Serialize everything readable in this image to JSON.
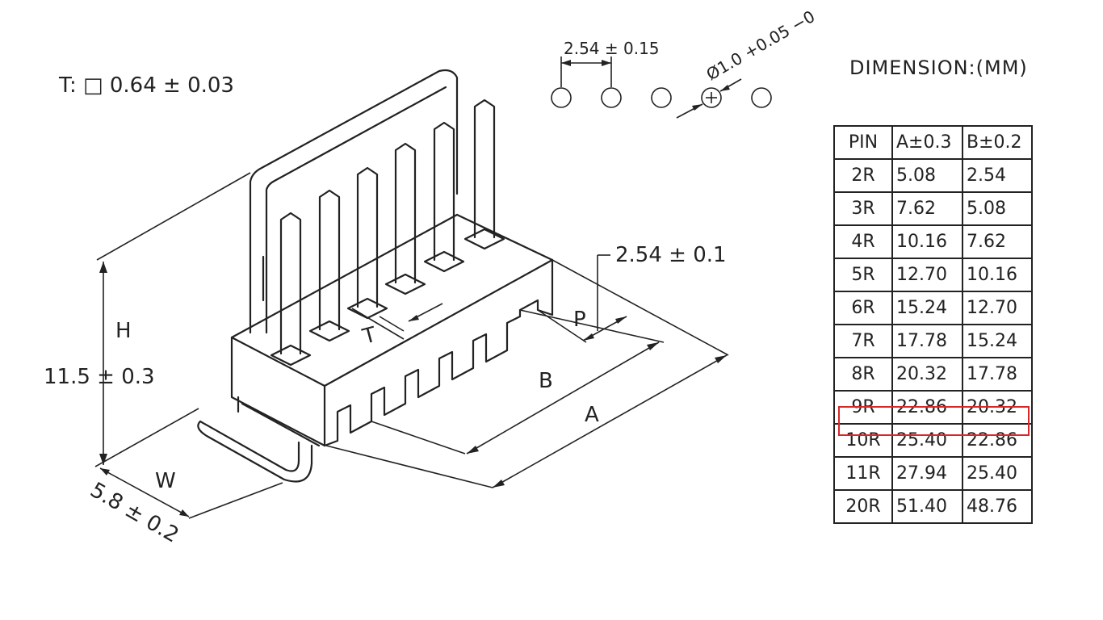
{
  "labels": {
    "thickness": "T: □ 0.64 ± 0.03",
    "pitch_top": "2.54 ± 0.15",
    "hole_dia": "Ø1.0 +0.05 −0",
    "pitch_side": "2.54 ± 0.1",
    "height_letter": "H",
    "height_value": "11.5 ± 0.3",
    "width_letter": "W",
    "width_value": "5.8 ± 0.2",
    "t_letter": "T",
    "p_letter": "P",
    "b_letter": "B",
    "a_letter": "A"
  },
  "table": {
    "title": "DIMENSION:(MM)",
    "headers": [
      "PIN",
      "A±0.3",
      "B±0.2"
    ],
    "highlight_color": "#d62828",
    "highlighted_row": "9R",
    "rows": [
      [
        "2R",
        "5.08",
        "2.54"
      ],
      [
        "3R",
        "7.62",
        "5.08"
      ],
      [
        "4R",
        "10.16",
        "7.62"
      ],
      [
        "5R",
        "12.70",
        "10.16"
      ],
      [
        "6R",
        "15.24",
        "12.70"
      ],
      [
        "7R",
        "17.78",
        "15.24"
      ],
      [
        "8R",
        "20.32",
        "17.78"
      ],
      [
        "9R",
        "22.86",
        "20.32"
      ],
      [
        "10R",
        "25.40",
        "22.86"
      ],
      [
        "11R",
        "27.94",
        "25.40"
      ],
      [
        "20R",
        "51.40",
        "48.76"
      ]
    ]
  }
}
